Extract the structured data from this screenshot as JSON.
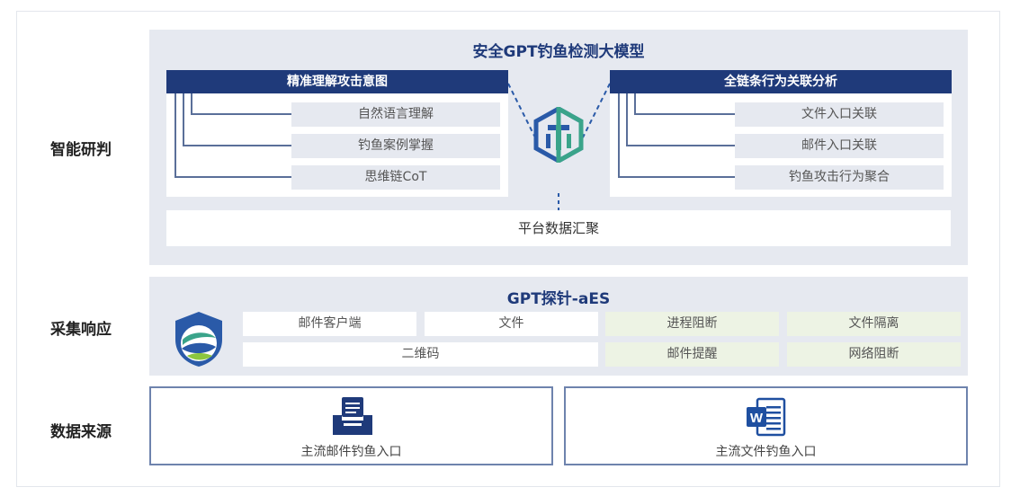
{
  "rows": {
    "analysis": "智能研判",
    "collect": "采集响应",
    "source": "数据来源"
  },
  "model": {
    "title": "安全GPT钓鱼检测大模型",
    "left_panel": {
      "title": "精准理解攻击意图",
      "items": [
        "自然语言理解",
        "钓鱼案例掌握",
        "思维链CoT"
      ]
    },
    "right_panel": {
      "title": "全链条行为关联分析",
      "items": [
        "文件入口关联",
        "邮件入口关联",
        "钓鱼攻击行为聚合"
      ]
    },
    "platform": "平台数据汇聚"
  },
  "probe": {
    "title": "GPT探针-aES",
    "inputs": [
      "邮件客户端",
      "文件",
      "二维码"
    ],
    "responses": [
      "进程阻断",
      "文件隔离",
      "邮件提醒",
      "网络阻断"
    ]
  },
  "sources": {
    "email": "主流邮件钓鱼入口",
    "file": "主流文件钓鱼入口"
  },
  "colors": {
    "navy": "#1f3a7a",
    "panel_bg": "#e6e9f0",
    "green_cell": "#edf3e4",
    "logo_teal": "#3aa48a",
    "logo_blue": "#2a5aa8"
  },
  "icons": {
    "model_logo": "gpt-model-logo-icon",
    "probe_logo": "shield-globe-icon",
    "email_icon": "inbox-tray-icon",
    "word_icon": "word-document-icon"
  }
}
